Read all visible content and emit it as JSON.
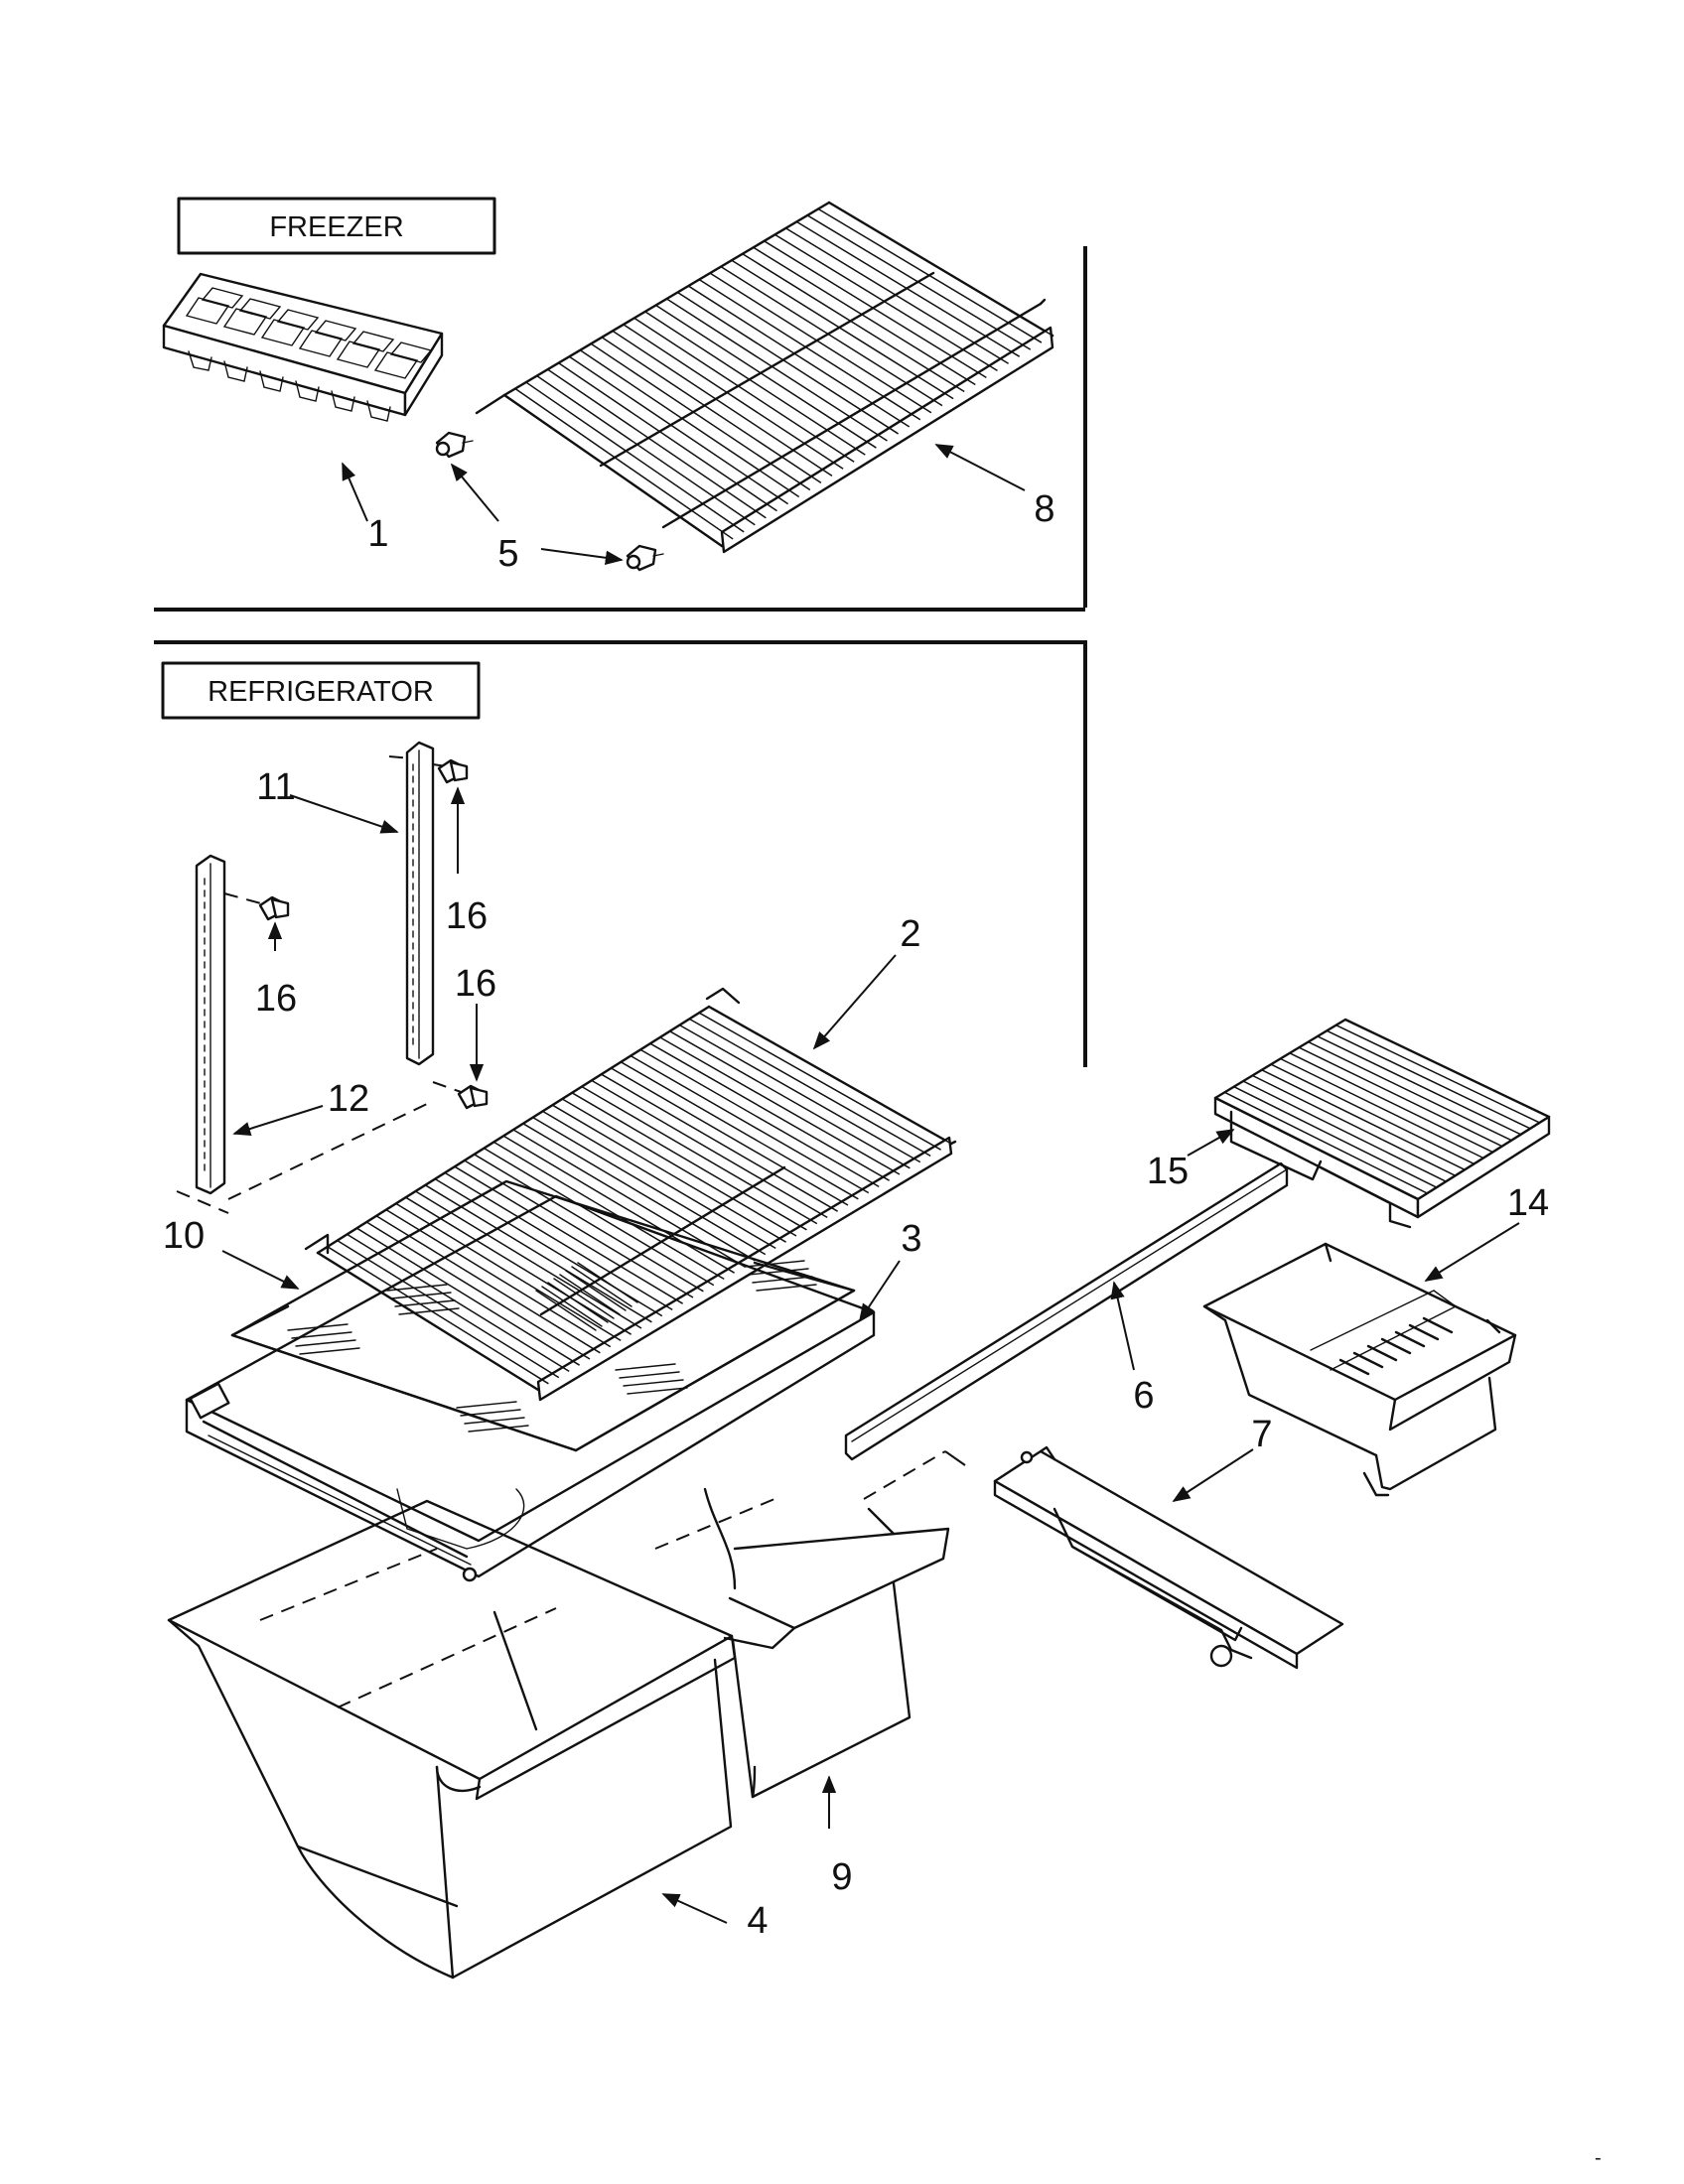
{
  "sections": {
    "freezer": {
      "label": "FREEZER"
    },
    "refrigerator": {
      "label": "REFRIGERATOR"
    }
  },
  "callouts": {
    "c1": "1",
    "c2": "2",
    "c3": "3",
    "c4": "4",
    "c5a": "5",
    "c6": "6",
    "c7": "7",
    "c8": "8",
    "c9": "9",
    "c10": "10",
    "c11": "11",
    "c12": "12",
    "c14": "14",
    "c15": "15",
    "c16a": "16",
    "c16b": "16",
    "c16c": "16"
  },
  "footer_mark": "-"
}
